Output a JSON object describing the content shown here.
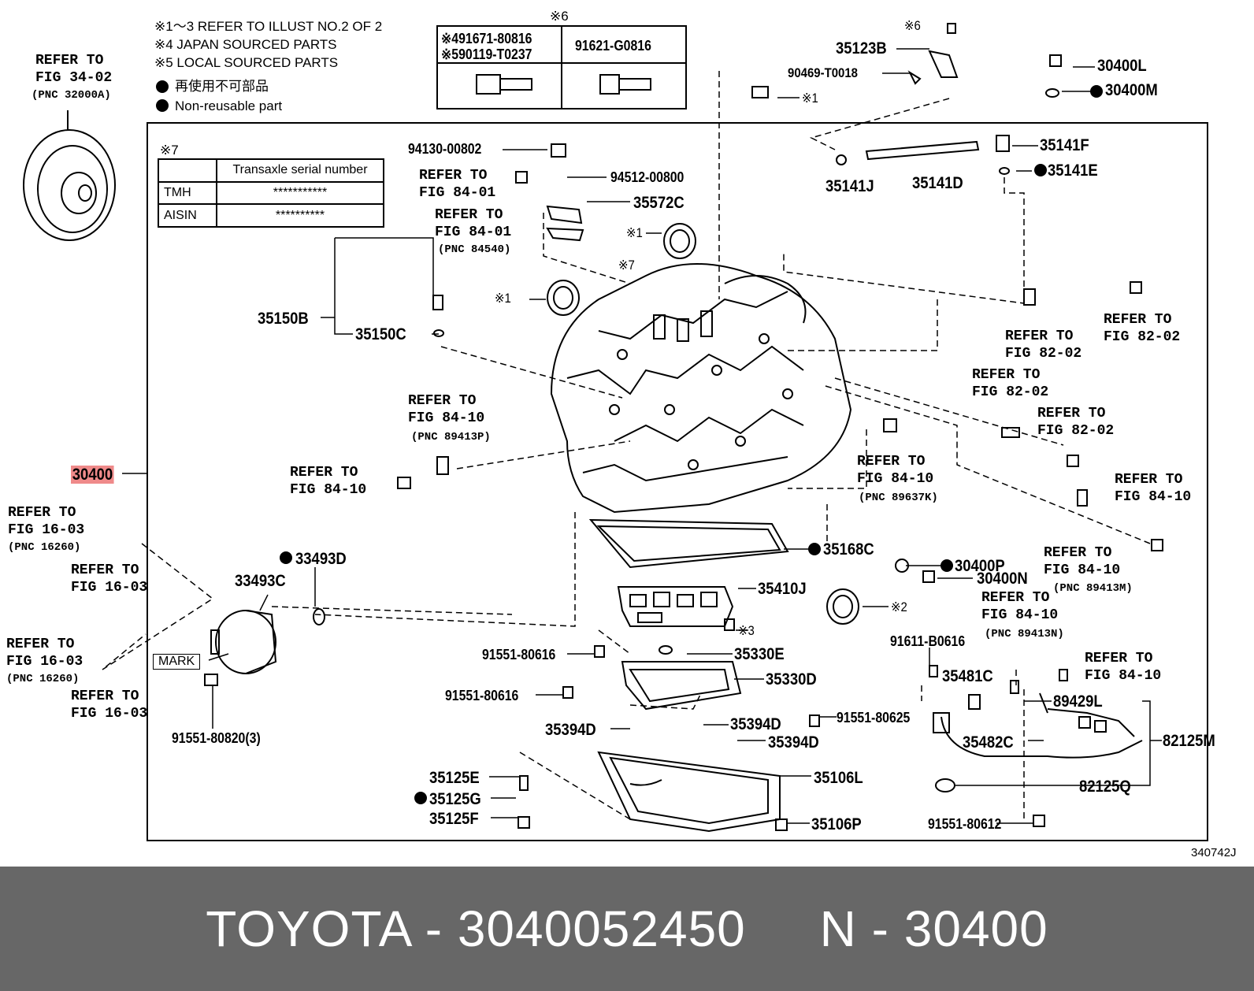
{
  "notes": {
    "line1": "※1～3 REFER TO ILLUST NO.2 OF 2",
    "line2": "※4 JAPAN SOURCED PARTS",
    "line3": "※5 LOCAL SOURCED PARTS",
    "line4": "再使用不可部品",
    "line5": "Non-reusable part"
  },
  "bolt_table": {
    "marker": "※6",
    "col1_line1": "※491671-80816",
    "col1_line2": "※590119-T0237",
    "col2": "91621-G0816"
  },
  "serial_table": {
    "marker": "※7",
    "header": "Transaxle serial number",
    "rows": [
      {
        "name": "TMH",
        "value": "***********"
      },
      {
        "name": "AISIN",
        "value": "**********"
      }
    ]
  },
  "labels": {
    "p30400L": "30400L",
    "p30400M": "30400M",
    "p35123B": "35123B",
    "p90469": "90469-T0018",
    "s6b": "※6",
    "s1a": "※1",
    "p35141F": "35141F",
    "p35141E": "35141E",
    "p35141J": "35141J",
    "p35141D": "35141D",
    "p94130": "94130-00802",
    "p94512": "94512-00800",
    "p35572C": "35572C",
    "s1b": "※1",
    "s1c": "※1",
    "s7": "※7",
    "p35150B": "35150B",
    "p35150C": "35150C",
    "p30400": "30400",
    "p35168C": "35168C",
    "p30400P": "30400P",
    "p30400N": "30400N",
    "p33493D": "33493D",
    "p33493C": "33493C",
    "mark": "MARK",
    "p35410J": "35410J",
    "s2": "※2",
    "s3": "※3",
    "p91551a": "91551-80616",
    "p35330E": "35330E",
    "p35330D": "35330D",
    "p91551b": "91551-80616",
    "p91551c": "91551-80625",
    "p35394Da": "35394D",
    "p35394Db": "35394D",
    "p35394Dc": "35394D",
    "p91551d": "91551-80820(3)",
    "p35125E": "35125E",
    "p35125G": "35125G",
    "p35125F": "35125F",
    "p35106L": "35106L",
    "p35106P": "35106P",
    "p91611": "91611-B0616",
    "p35481C": "35481C",
    "p89429L": "89429L",
    "p35482C": "35482C",
    "p82125M": "82125M",
    "p82125Q": "82125Q",
    "p91551e": "91551-80612",
    "code": "340742J"
  },
  "refs": {
    "r1": "REFER TO\nFIG 34-02",
    "r1p": "(PNC 32000A)",
    "r2": "REFER TO\nFIG 84-01",
    "r3": "REFER TO\nFIG 84-01",
    "r3p": "(PNC 84540)",
    "r4": "REFER TO\nFIG 82-02",
    "r5": "REFER TO\nFIG 82-02",
    "r6": "REFER TO\nFIG 82-02",
    "r7": "REFER TO\nFIG 82-02",
    "r8": "REFER TO\nFIG 84-10",
    "r8p": "(PNC 89413P)",
    "r9": "REFER TO\nFIG 84-10",
    "r10": "REFER TO\nFIG 84-10",
    "r10p": "(PNC 89637K)",
    "r11": "REFER TO\nFIG 84-10",
    "r12": "REFER TO\nFIG 84-10",
    "r12p": "(PNC 89413M)",
    "r13": "REFER TO\nFIG 84-10",
    "r13p": "(PNC 89413N)",
    "r14": "REFER TO\nFIG 84-10",
    "r15": "REFER TO\nFIG 16-03",
    "r15p": "(PNC 16260)",
    "r16": "REFER TO\nFIG 16-03",
    "r17": "REFER TO\nFIG 16-03",
    "r17p": "(PNC 16260)",
    "r18": "REFER TO\nFIG 16-03"
  },
  "footer": {
    "brand": "TOYOTA",
    "part_number": "3040052450",
    "ref": "N - 30400"
  },
  "colors": {
    "highlight": "#ef8a8a",
    "footer_bg": "#676767",
    "footer_text": "#ffffff"
  }
}
